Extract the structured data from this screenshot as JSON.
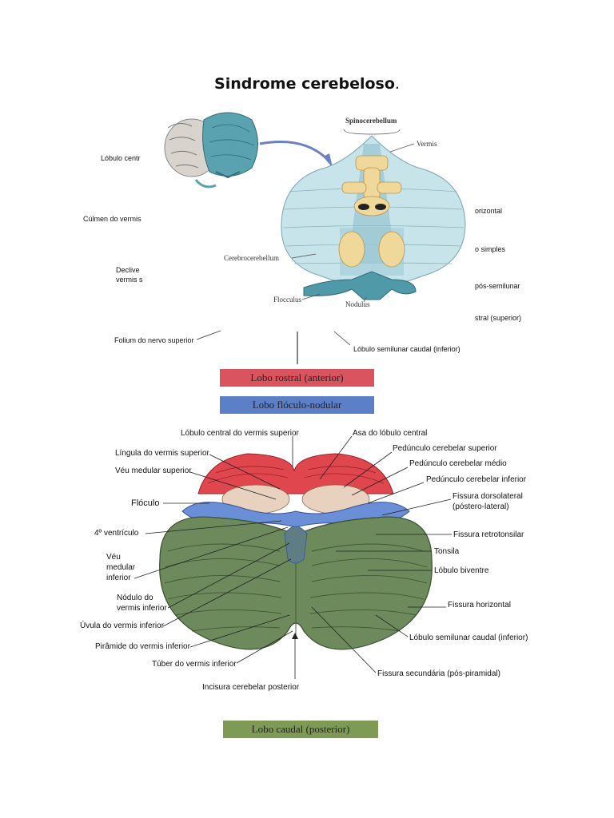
{
  "page": {
    "title": "Sindrome cerebeloso",
    "title_dot": "."
  },
  "top_figure": {
    "heading": "Spinocerebellum",
    "labels": {
      "vermis": "Vermis",
      "cerebrocerebellum": "Cerebrocerebellum",
      "flocculus": "Flocculus",
      "nodulus": "Nodulus"
    }
  },
  "side_labels": {
    "left": [
      {
        "id": "lobulo-central",
        "text": "Lóbulo centr"
      },
      {
        "id": "culmen",
        "text": "Cúlmen do vermis"
      },
      {
        "id": "declive-1",
        "text": "Declive"
      },
      {
        "id": "declive-2",
        "text": "vermis s"
      },
      {
        "id": "folium",
        "text": "Folium do nervo superior"
      }
    ],
    "right": [
      {
        "id": "horizontal",
        "text": "orizontal"
      },
      {
        "id": "simples",
        "text": "o simples"
      },
      {
        "id": "pos-semilunar",
        "text": "pós-semilunar"
      },
      {
        "id": "rostral-superior",
        "text": "stral (superior)"
      },
      {
        "id": "semilunar-caudal",
        "text": "Lóbulo semilunar caudal (inferior)"
      }
    ]
  },
  "bands": {
    "rostral": {
      "label": "Lobo rostral (anterior)",
      "color": "#d9545f"
    },
    "floculo": {
      "label": "Lobo flóculo-nodular",
      "color": "#5b80c8"
    },
    "caudal": {
      "label": "Lobo caudal (posterior)",
      "color": "#7f9a55"
    }
  },
  "bottom_figure": {
    "left_labels": [
      {
        "id": "lobulo-central-vermis",
        "text": "Lóbulo central do vermis superior"
      },
      {
        "id": "lingula",
        "text": "Língula do vermis superior"
      },
      {
        "id": "veu-superior",
        "text": "Véu medular superior"
      },
      {
        "id": "floculo",
        "text": "Flóculo"
      },
      {
        "id": "quarto-ventriculo",
        "text": "4º ventrículo"
      },
      {
        "id": "veu-inferior-1",
        "text": "Véu"
      },
      {
        "id": "veu-inferior-2",
        "text": "medular"
      },
      {
        "id": "veu-inferior-3",
        "text": "inferior"
      },
      {
        "id": "nodulo-1",
        "text": "Nódulo do"
      },
      {
        "id": "nodulo-2",
        "text": "vermis inferior"
      },
      {
        "id": "uvula",
        "text": "Úvula do vermis inferior"
      },
      {
        "id": "piramide",
        "text": "Pirâmide do vermis inferior"
      },
      {
        "id": "tuber",
        "text": "Túber do vermis inferior"
      },
      {
        "id": "incisura",
        "text": "Incisura cerebelar posterior"
      }
    ],
    "right_labels": [
      {
        "id": "asa",
        "text": "Asa do lóbulo central"
      },
      {
        "id": "ped-superior",
        "text": "Pedúnculo cerebelar superior"
      },
      {
        "id": "ped-medio",
        "text": "Pedúnculo cerebelar médio"
      },
      {
        "id": "ped-inferior",
        "text": "Pedúnculo cerebelar inferior"
      },
      {
        "id": "fissura-dorsolateral-1",
        "text": "Fissura dorsolateral"
      },
      {
        "id": "fissura-dorsolateral-2",
        "text": "(póstero-lateral)"
      },
      {
        "id": "retrotonsilar",
        "text": "Fissura retrotonsilar"
      },
      {
        "id": "tonsila",
        "text": "Tonsila"
      },
      {
        "id": "biventre",
        "text": "Lóbulo biventre"
      },
      {
        "id": "fissura-horizontal",
        "text": "Fissura horizontal"
      },
      {
        "id": "semilunar-caudal-inf",
        "text": "Lóbulo semilunar caudal (inferior)"
      },
      {
        "id": "fissura-secundaria",
        "text": "Fissura secundária (pós-piramidal)"
      }
    ]
  }
}
